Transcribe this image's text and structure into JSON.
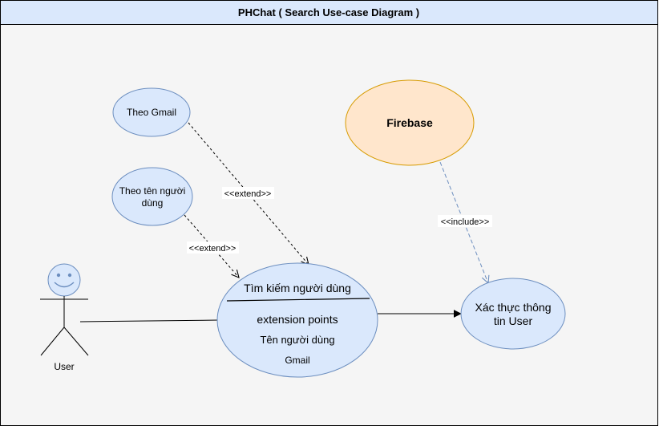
{
  "diagram": {
    "title": "PHChat ( Search Use-case Diagram )",
    "colors": {
      "frame_border": "#000000",
      "header_fill": "#dae8fc",
      "body_fill": "#f5f5f5",
      "usecase_fill": "#dae8fc",
      "usecase_stroke": "#6c8ebf",
      "system_fill": "#ffe6cc",
      "system_stroke": "#d79b00",
      "include_line": "#6c8ebf"
    },
    "actor": {
      "label": "User"
    },
    "usecases": {
      "gmail": {
        "label": "Theo Gmail"
      },
      "username": {
        "line1": "Theo tên người",
        "line2": "dùng"
      },
      "search": {
        "title": "Tìm kiếm người dùng",
        "ext_heading": "extension points",
        "ext_point_1": "Tên người dùng",
        "ext_point_2": "Gmail"
      },
      "firebase": {
        "label": "Firebase"
      },
      "auth": {
        "line1": "Xác thực thông",
        "line2": "tin User"
      }
    },
    "relations": {
      "extend_gmail": "<<extend>>",
      "extend_username": "<<extend>>",
      "include_auth": "<<include>>"
    }
  }
}
